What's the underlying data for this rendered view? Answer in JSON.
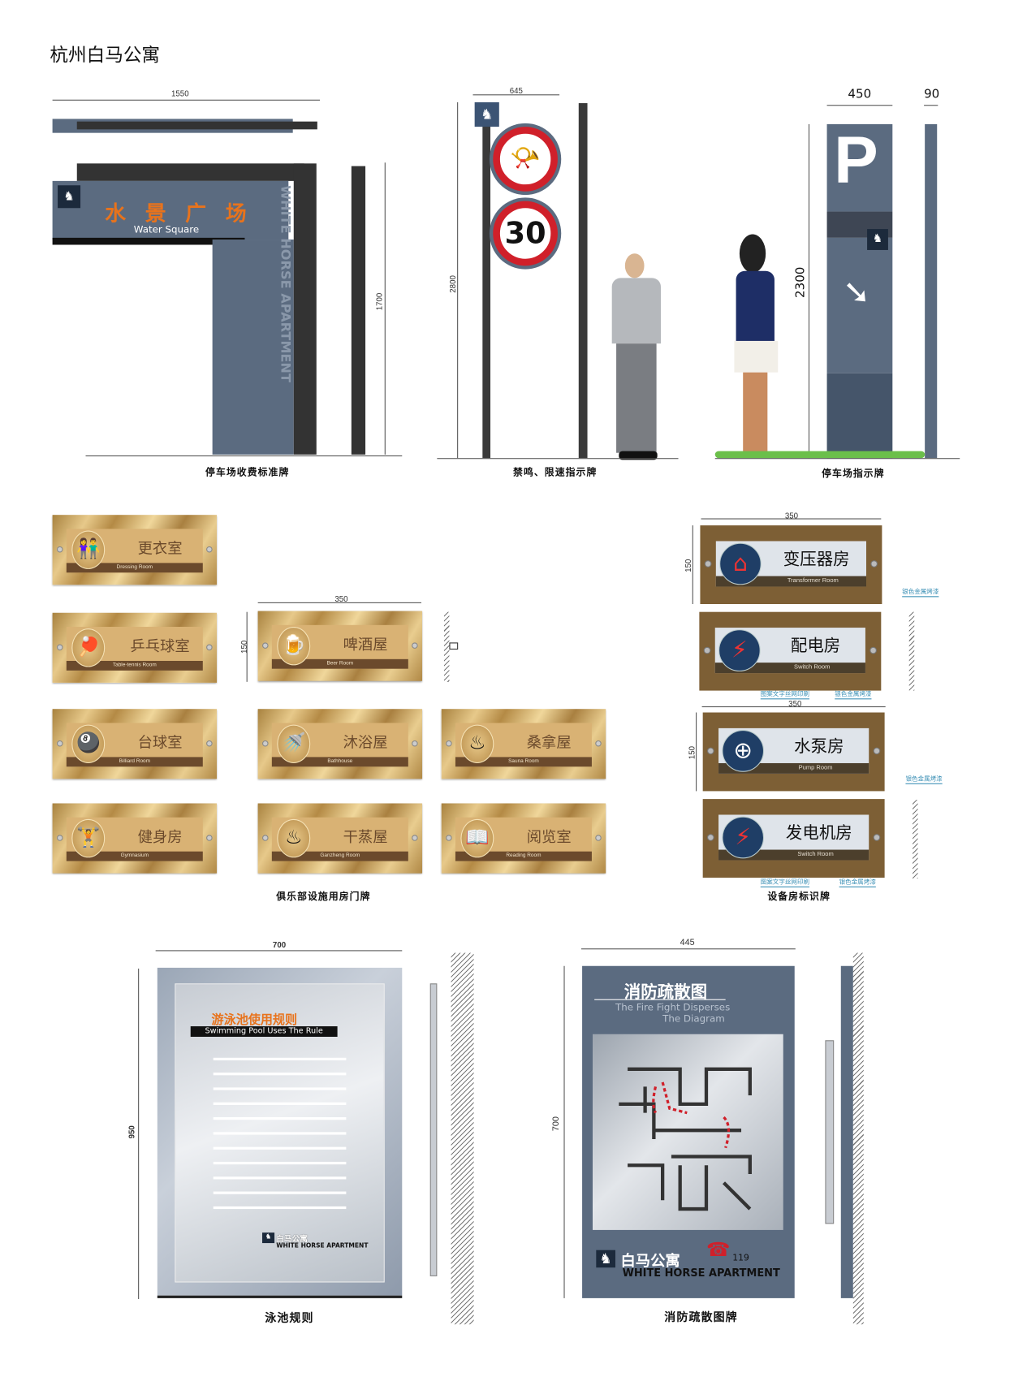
{
  "title": "杭州白马公寓",
  "colors": {
    "steel": "#5b6b80",
    "accent_orange": "#e8731c",
    "gold": "#d9b274",
    "brown": "#7d5f35",
    "navy": "#1f3e66",
    "red": "#d0202a"
  },
  "water_square_sign": {
    "dim_width": "1550",
    "dim_height": "1700",
    "title_chars": [
      "水",
      "景",
      "广",
      "场"
    ],
    "subtitle": "Water Square",
    "vertical_text": "WHITE HORSE APARTMENT",
    "caption": "停车场收费标准牌",
    "logo_icon": "white-horse-logo-icon"
  },
  "speed_sign": {
    "dim_width": "645",
    "dim_height": "2800",
    "speed_limit": "30",
    "no_honk_icon": "no-horn-icon",
    "caption": "禁鸣、限速指示牌"
  },
  "parking_sign": {
    "dim_width": "450",
    "dim_depth": "90",
    "dim_height": "2300",
    "letter": "P",
    "arrow_icon": "arrow-down-right-icon",
    "caption": "停车场指示牌"
  },
  "club_signs": {
    "dim_width": "350",
    "dim_height": "150",
    "caption": "俱乐部设施用房门牌",
    "items": [
      {
        "zh": "更衣室",
        "en": "Dressing Room",
        "icon": "dressing-room-icon"
      },
      {
        "zh": "乒乓球室",
        "en": "Table-tennis Room",
        "icon": "table-tennis-icon"
      },
      {
        "zh": "啤酒屋",
        "en": "Beer Room",
        "icon": "beer-icon"
      },
      {
        "zh": "台球室",
        "en": "Billiard Room",
        "icon": "billiard-icon"
      },
      {
        "zh": "沐浴屋",
        "en": "Bathhouse",
        "icon": "shower-icon"
      },
      {
        "zh": "桑拿屋",
        "en": "Sauna Room",
        "icon": "sauna-icon"
      },
      {
        "zh": "健身房",
        "en": "Gymnasium",
        "icon": "weightlifting-icon"
      },
      {
        "zh": "干蒸屋",
        "en": "Ganzheng Room",
        "icon": "dry-steam-icon"
      },
      {
        "zh": "阅览室",
        "en": "Reading Room",
        "icon": "reading-icon"
      }
    ]
  },
  "equipment_signs": {
    "dim_width": "350",
    "dim_height": "150",
    "caption": "设备房标识牌",
    "note_paint": "银色金属烤漆",
    "note_print": "图案文字丝网印刷",
    "items": [
      {
        "zh": "变压器房",
        "en": "Transformer Room",
        "icon": "house-lightning-icon"
      },
      {
        "zh": "配电房",
        "en": "Switch Room",
        "icon": "lightning-icon"
      },
      {
        "zh": "水泵房",
        "en": "Pump Room",
        "icon": "hose-reel-icon"
      },
      {
        "zh": "发电机房",
        "en": "Switch Room",
        "icon": "lightning-icon"
      }
    ]
  },
  "pool_rules": {
    "dim_width": "700",
    "dim_height": "950",
    "title": "游泳池使用规则",
    "subtitle": "Swimming Pool Uses The Rule",
    "brand_zh": "白马公寓",
    "brand_en": "WHITE HORSE APARTMENT",
    "caption": "泳池规则"
  },
  "fire_evacuation": {
    "dim_width": "445",
    "dim_height": "700",
    "title": "消防疏散图",
    "subtitle_1": "The Fire Fight Disperses",
    "subtitle_2": "The Diagram",
    "brand_zh": "白马公寓",
    "brand_en": "WHITE HORSE APARTMENT",
    "phone": "119",
    "caption": "消防疏散图牌"
  }
}
